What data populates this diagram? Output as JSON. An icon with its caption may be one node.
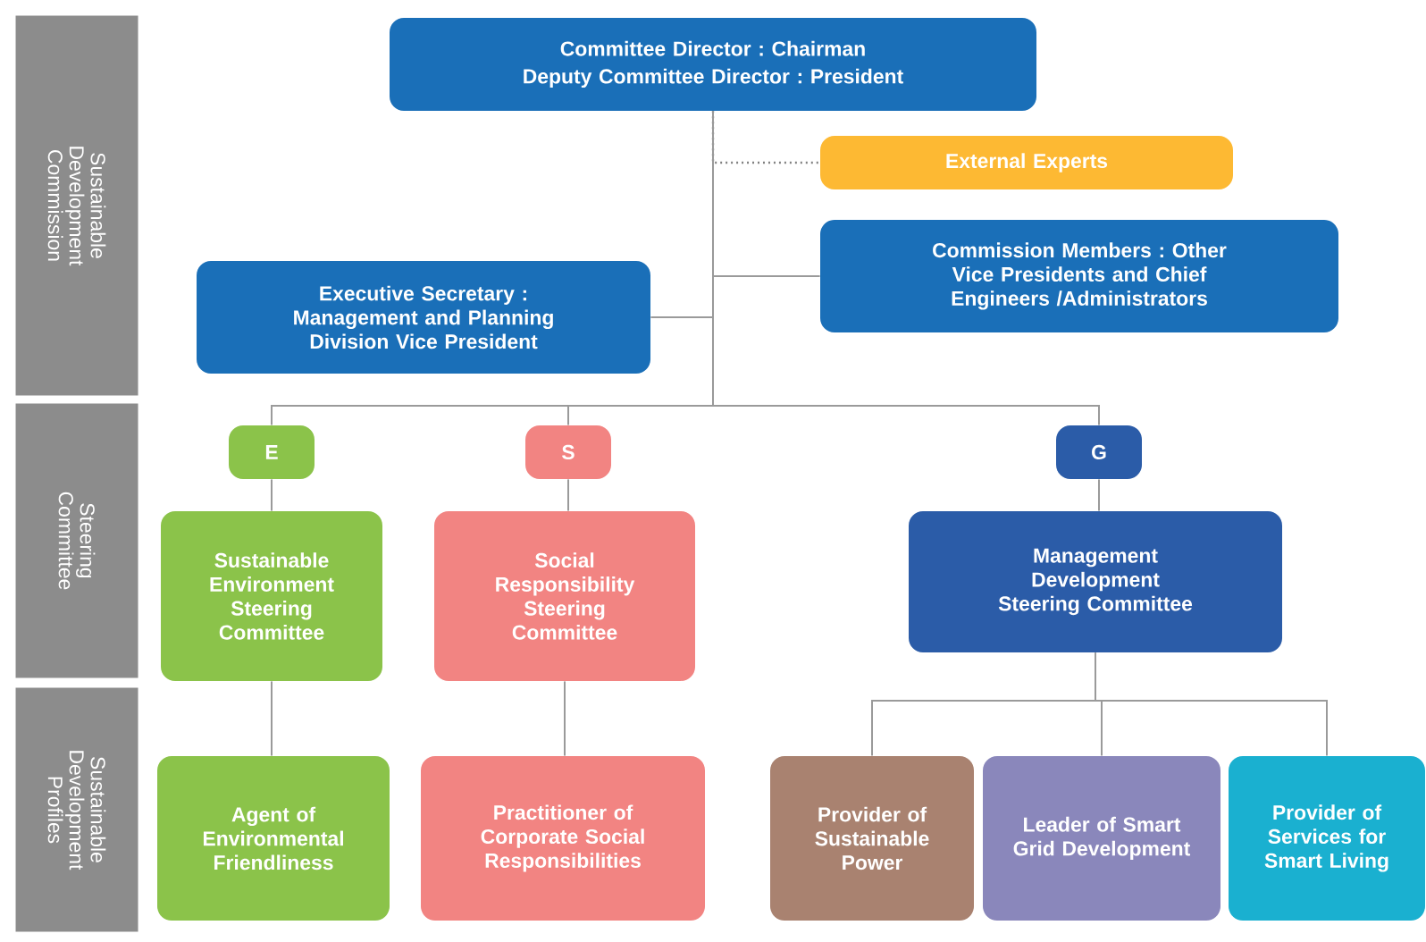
{
  "diagram": {
    "nodes": [
      {
        "text": [
          "Sustainable Development Commission"
        ]
      },
      {
        "text": [
          "Steering Committee"
        ]
      },
      {
        "text": [
          "Sustainable Development Profiles"
        ]
      },
      {
        "text": [
          "Committee Director : Chairman",
          "Deputy Committee Director : President"
        ]
      },
      {
        "text": [
          "External Experts"
        ]
      },
      {
        "text": [
          "Commission Members : Other Vice Presidents and Chief Engineers /Administrators"
        ]
      },
      {
        "text": [
          "Executive Secretary : Management and Planning Division Vice President"
        ]
      },
      {
        "text": [
          "E"
        ]
      },
      {
        "text": [
          "S"
        ]
      },
      {
        "text": [
          "G"
        ]
      },
      {
        "text": [
          "Sustainable Environment Steering Committee"
        ]
      },
      {
        "text": [
          "Social Responsibility Steering Committee"
        ]
      },
      {
        "text": [
          "Management Development Steering Committee"
        ]
      },
      {
        "text": [
          "Agent of Environmental Friendliness"
        ]
      },
      {
        "text": [
          "Practitioner of Corporate Social Responsibilities"
        ]
      },
      {
        "text": [
          "Provider of Sustainable Power"
        ]
      },
      {
        "text": [
          "Leader of Smart Grid Development"
        ]
      },
      {
        "text": [
          "Provider of Services for Smart Living"
        ]
      }
    ],
    "edges": [
      {
        "from": 3,
        "to": 4,
        "arrow": "none",
        "style": "dashed"
      },
      {
        "from": 3,
        "to": 5,
        "arrow": "none"
      },
      {
        "from": 3,
        "to": 6,
        "arrow": "none"
      },
      {
        "from": 3,
        "to": 7,
        "arrow": "none"
      },
      {
        "from": 3,
        "to": 8,
        "arrow": "none"
      },
      {
        "from": 3,
        "to": 9,
        "arrow": "none"
      },
      {
        "from": 7,
        "to": 10,
        "arrow": "none"
      },
      {
        "from": 8,
        "to": 11,
        "arrow": "none"
      },
      {
        "from": 9,
        "to": 12,
        "arrow": "none"
      },
      {
        "from": 10,
        "to": 13,
        "arrow": "none"
      },
      {
        "from": 11,
        "to": 14,
        "arrow": "none"
      },
      {
        "from": 12,
        "to": 15,
        "arrow": "none"
      },
      {
        "from": 12,
        "to": 16,
        "arrow": "none"
      },
      {
        "from": 12,
        "to": 17,
        "arrow": "none"
      }
    ]
  }
}
